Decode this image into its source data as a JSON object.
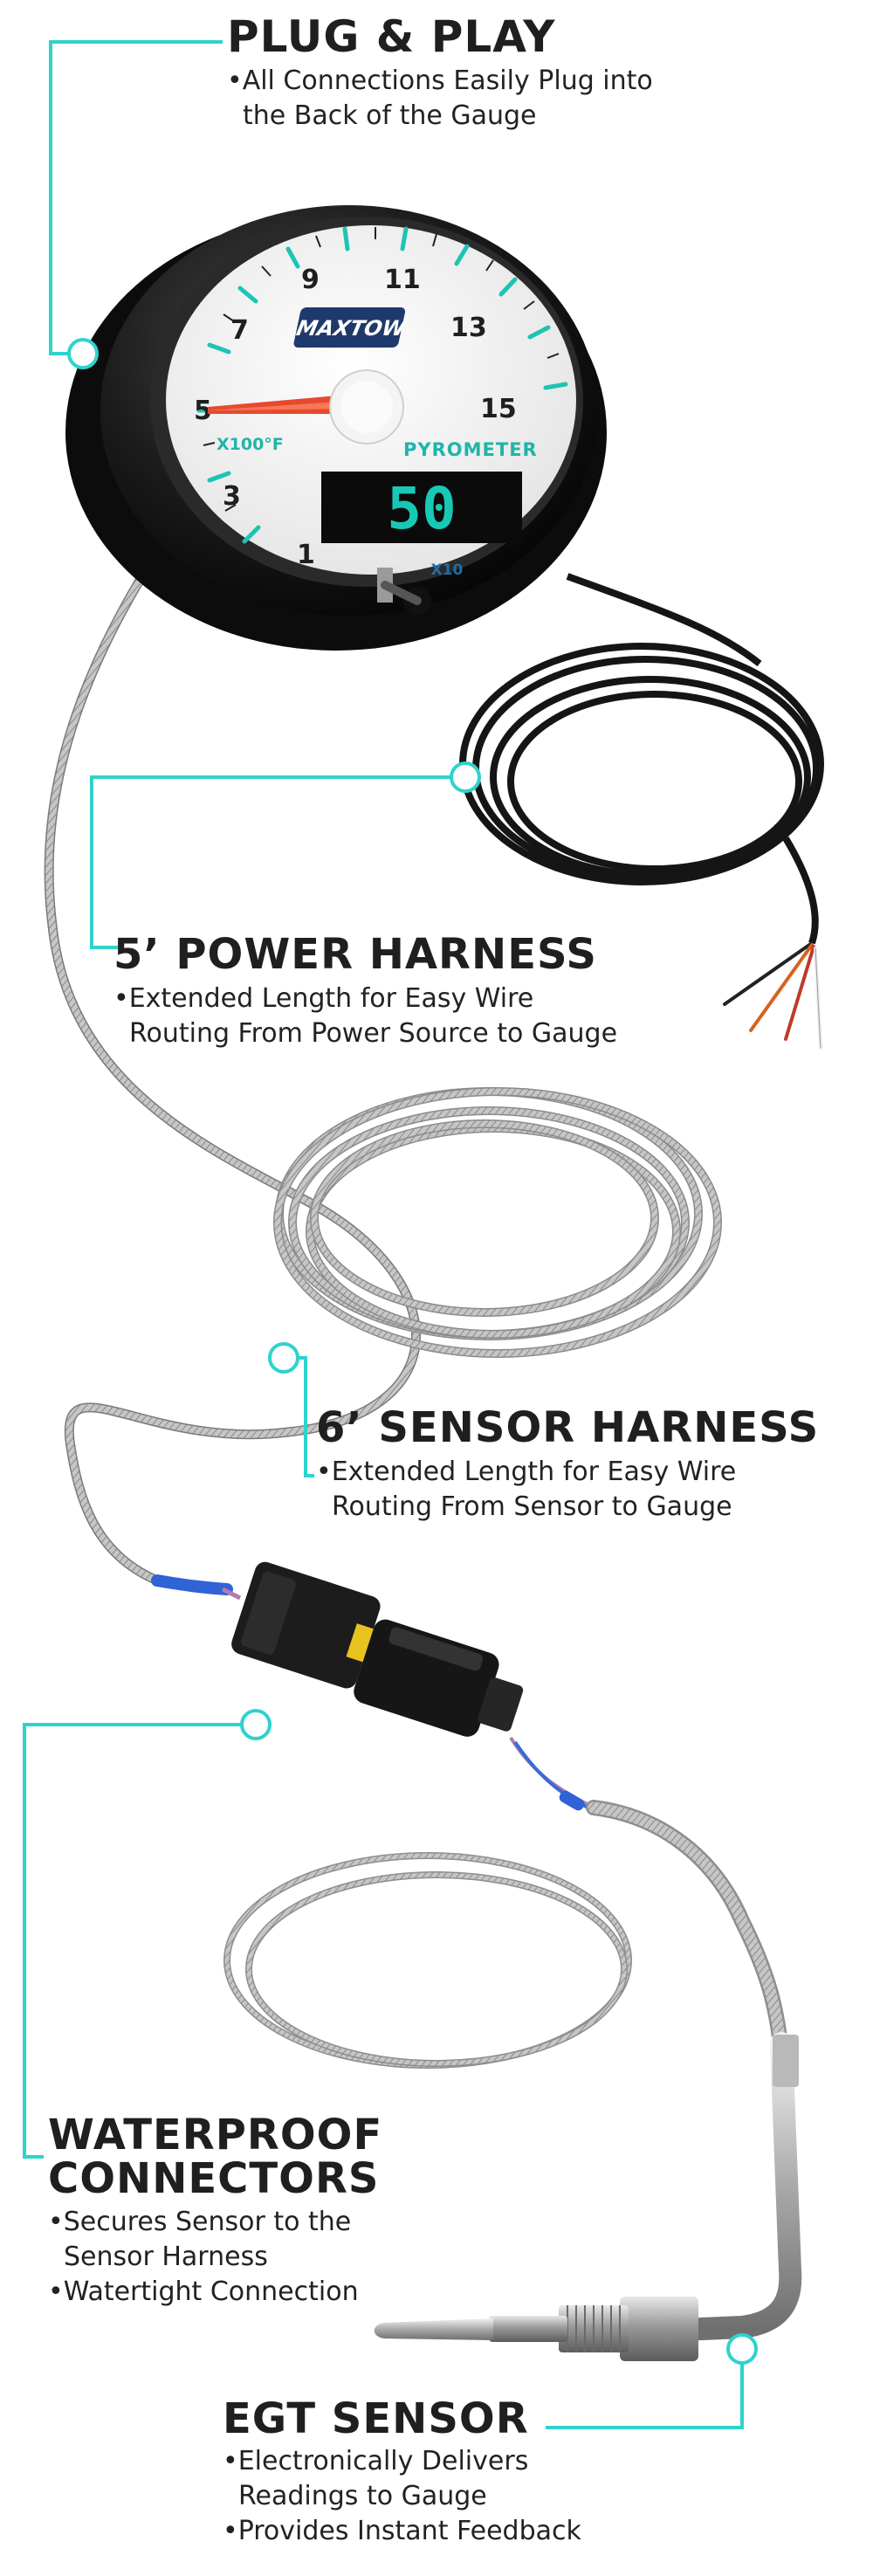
{
  "colors": {
    "accent": "#2ed3cc",
    "gauge_face": "#ffffff",
    "needle": "#e64a2e",
    "digital_readout": "#17c9b5"
  },
  "gauge": {
    "brand_text": "MAXTOW",
    "dial_numbers": [
      "1",
      "3",
      "5",
      "7",
      "9",
      "11",
      "13",
      "15"
    ],
    "unit": "X100°F",
    "name": "PYROMETER",
    "readout": "50",
    "multiplier": "X10"
  },
  "callouts": {
    "plug": {
      "title": "PLUG & PLAY",
      "bullets": [
        "•All Connections Easily Plug into",
        "the Back of the Gauge"
      ]
    },
    "power": {
      "title": "5’ POWER HARNESS",
      "bullets": [
        "•Extended Length for Easy Wire",
        "Routing From Power Source to Gauge"
      ]
    },
    "sensor_harness": {
      "title": "6’ SENSOR HARNESS",
      "bullets": [
        "•Extended Length for Easy Wire",
        "Routing From Sensor to Gauge"
      ]
    },
    "waterproof": {
      "title_line1": "WATERPROOF",
      "title_line2": "CONNECTORS",
      "bullets": [
        "•Secures Sensor to the",
        "Sensor Harness",
        "•Watertight Connection"
      ]
    },
    "egt": {
      "title": "EGT SENSOR",
      "bullets": [
        "•Electronically Delivers",
        "Readings to Gauge",
        "•Provides Instant Feedback"
      ]
    }
  }
}
